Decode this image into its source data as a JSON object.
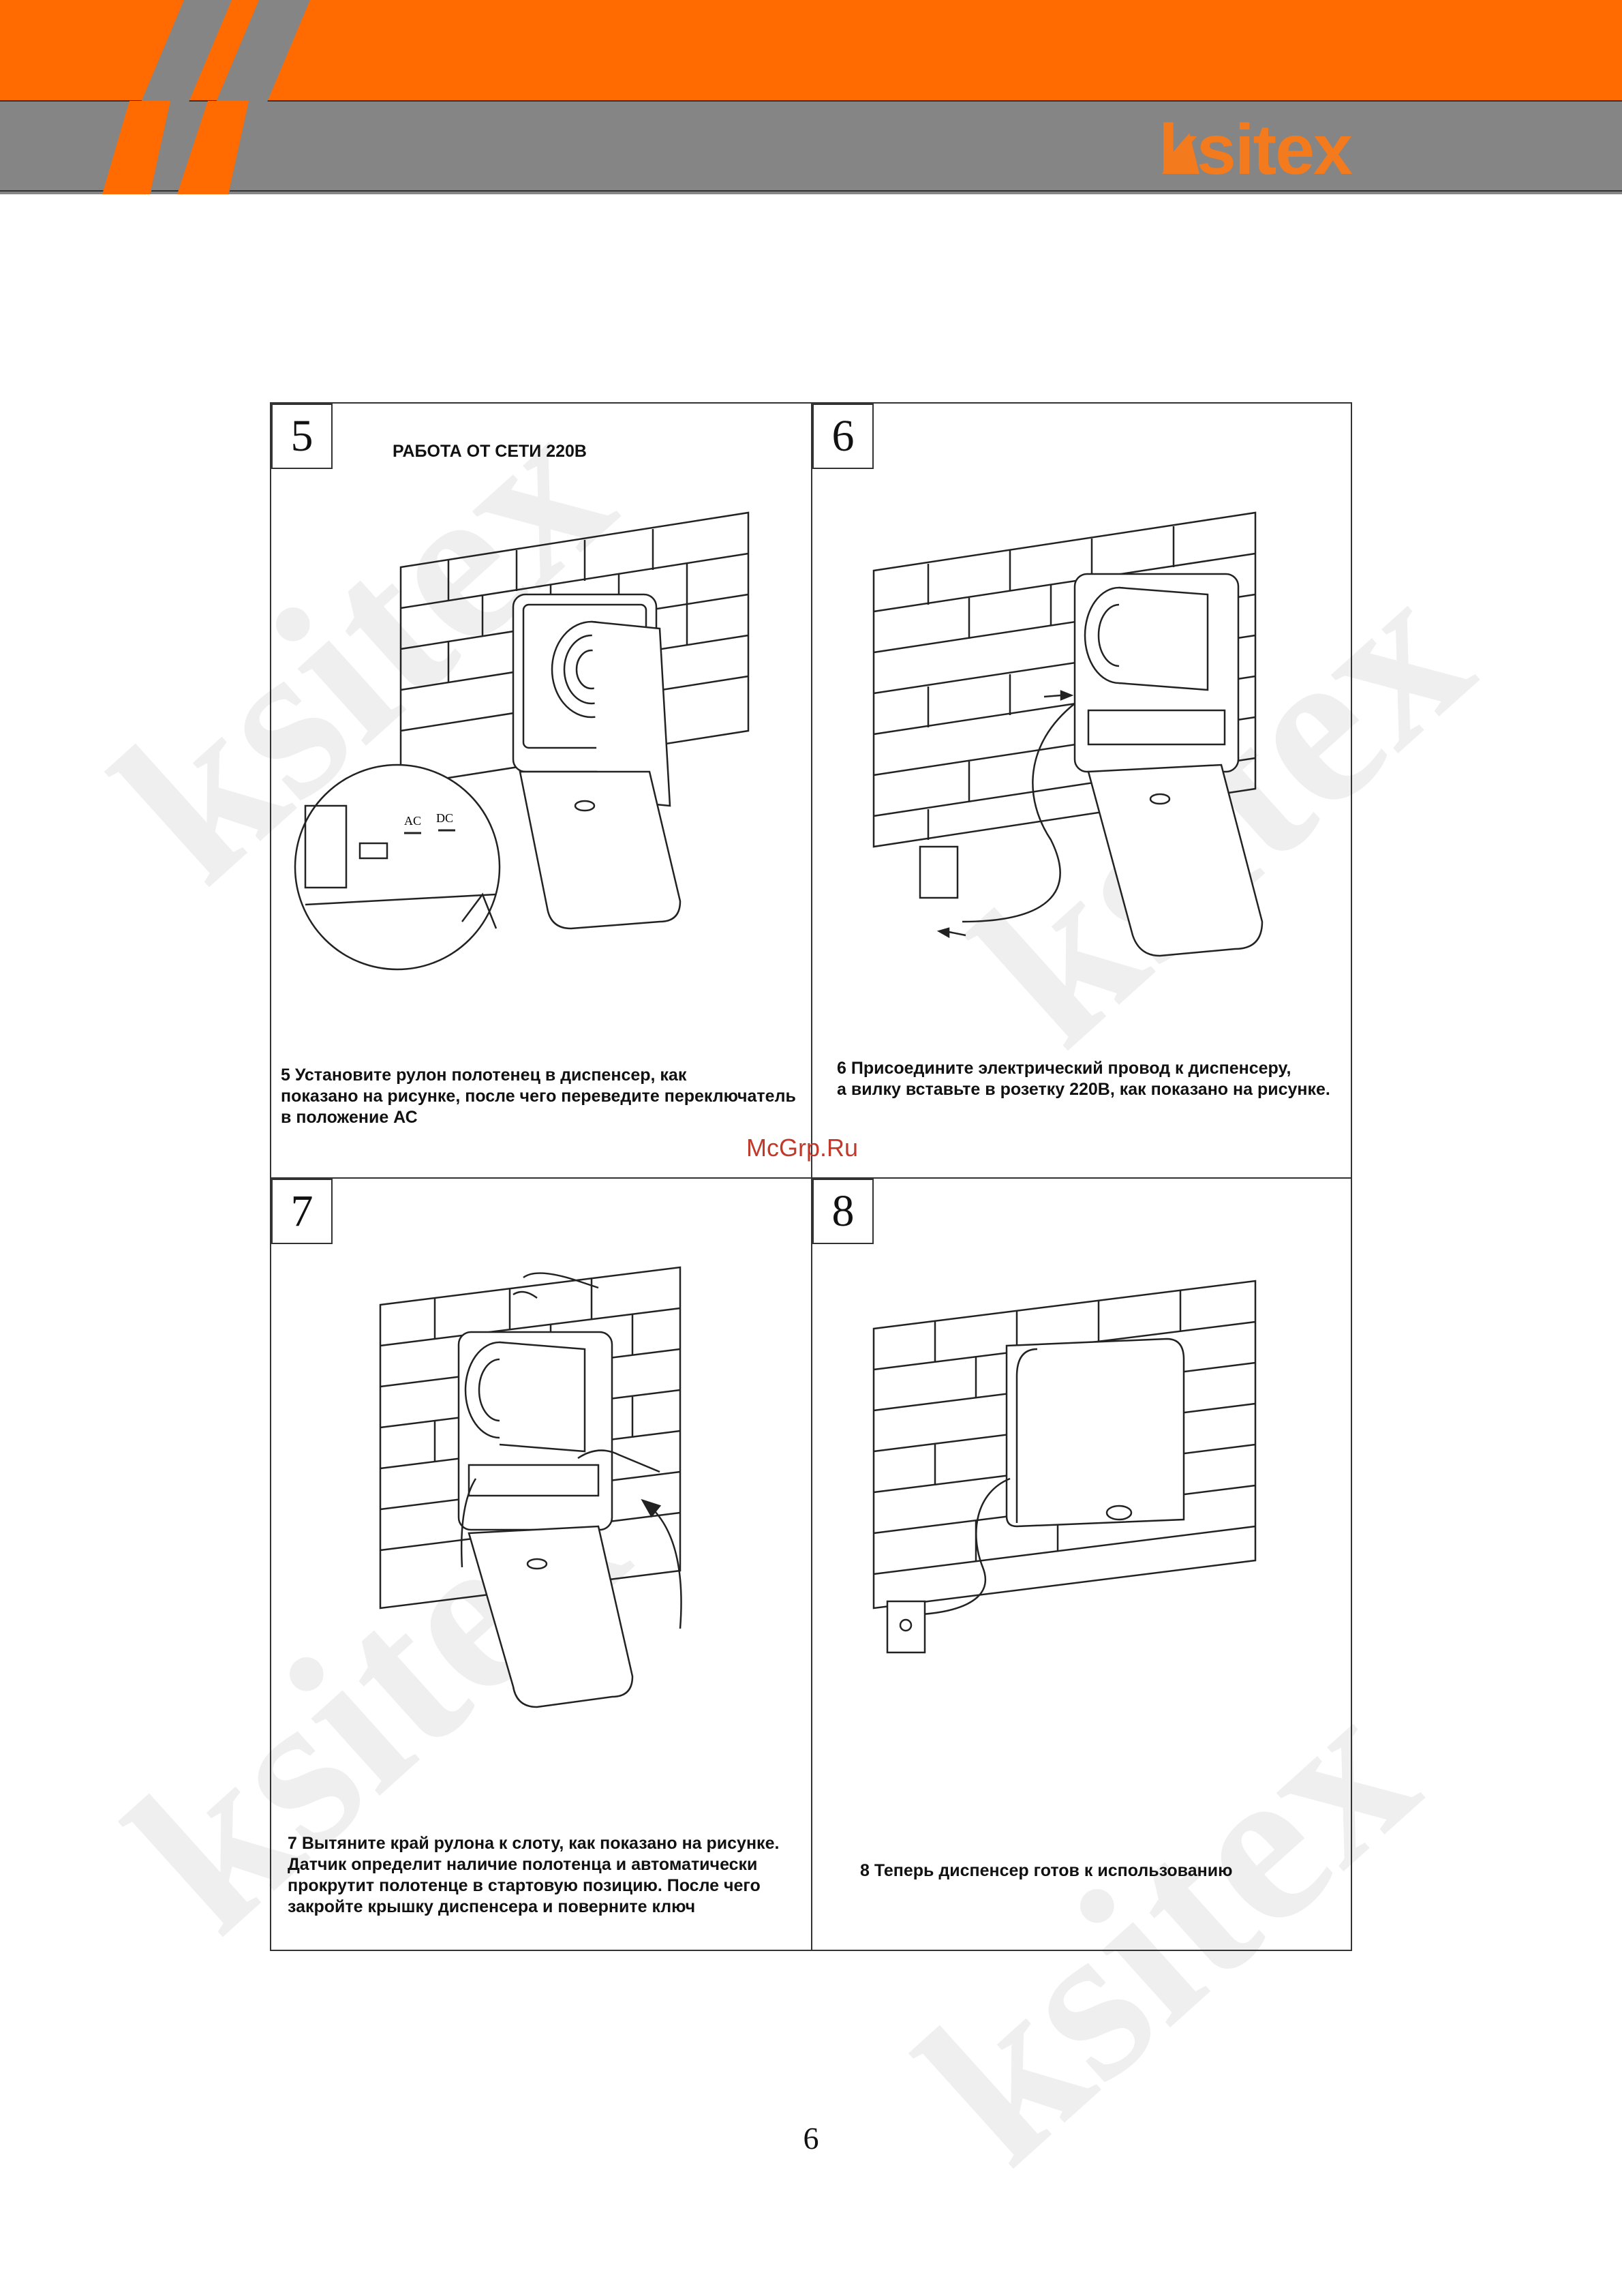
{
  "header": {
    "brand": "ksitex",
    "colors": {
      "orange": "#ff6b00",
      "gray": "#808080",
      "brand_orange": "#f47a1e"
    }
  },
  "watermark": "ksitex",
  "steps": [
    {
      "number": "5",
      "title": "РАБОТА ОТ СЕТИ 220В",
      "caption": "5 Установите рулон полотенец в диспенсер, как\nпоказано на рисунке, после чего переведите переключатель\nв положение АС",
      "switch_labels": [
        "AC",
        "DC"
      ]
    },
    {
      "number": "6",
      "title": "",
      "caption": "6 Присоедините электрический провод к диспенсеру,\nа вилку вставьте в розетку 220В, как показано на рисунке."
    },
    {
      "number": "7",
      "title": "",
      "caption": "7 Вытяните край рулона к слоту, как показано на рисунке.\nДатчик определит наличие полотенца и автоматически\nпрокрутит полотенце в стартовую позицию. После чего\nзакройте крышку диспенсера и поверните ключ"
    },
    {
      "number": "8",
      "title": "",
      "caption": "8 Теперь диспенсер готов к использованию"
    }
  ],
  "source_mark": "McGrp.Ru",
  "page_number": "6"
}
